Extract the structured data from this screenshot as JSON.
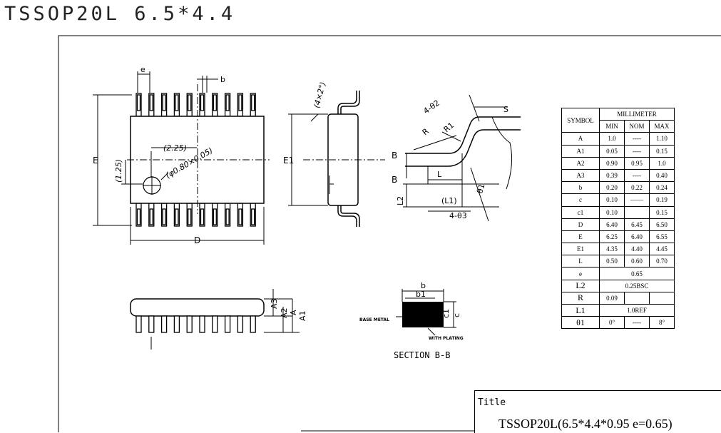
{
  "header": {
    "title": "TSSOP20L 6.5*4.4"
  },
  "dims": {
    "e": "e",
    "b": "b",
    "E": "E",
    "E1": "E1",
    "D": "D",
    "pitch_225": "(2.25)",
    "pitch_125": "(1.25)",
    "hole": "(φ0.80×0.05)",
    "angle_2": "(4×2°)",
    "s": "S",
    "R": "R",
    "R1": "R1",
    "B": "B",
    "L": "L",
    "L1": "(L1)",
    "L2": "L2",
    "theta2": "4-θ2",
    "theta3": "4-θ3",
    "theta1": "θ1",
    "A": "A",
    "A1": "A1",
    "A2": "A2",
    "A3": "A3",
    "b1": "b1",
    "c": "c",
    "c1": "c1",
    "base_metal": "BASE METAL",
    "with_plating": "WITH PLATING",
    "section": "SECTION B-B"
  },
  "table": {
    "symbol_header": "SYMBOL",
    "unit_header": "MILLIMETER",
    "col_min": "MIN",
    "col_nom": "NOM",
    "col_max": "MAX",
    "rows": [
      [
        "A",
        "1.0",
        "----",
        "1.10"
      ],
      [
        "A1",
        "0.05",
        "----",
        "0.15"
      ],
      [
        "A2",
        "0.90",
        "0.95",
        "1.0"
      ],
      [
        "A3",
        "0.39",
        "----",
        "0.40"
      ],
      [
        "b",
        "0.20",
        "0.22",
        "0.24"
      ],
      [
        "c",
        "0.10",
        "——",
        "0.19"
      ],
      [
        "c1",
        "0.10",
        "",
        "0.15"
      ],
      [
        "D",
        "6.40",
        "6.45",
        "6.50"
      ],
      [
        "E",
        "6.25",
        "6.40",
        "6.55"
      ],
      [
        "E1",
        "4.35",
        "4.40",
        "4.45"
      ],
      [
        "L",
        "0.50",
        "0.60",
        "0.70"
      ]
    ],
    "e_sym": "e",
    "e_val": "0.65",
    "l2_sym": "L2",
    "l2_val": "0.25BSC",
    "r_sym": "R",
    "r_min": "0.09",
    "l1_sym": "L1",
    "l1_val": "1.0REF",
    "t1_sym": "θ1",
    "t1_min": "0°",
    "t1_nom": "----",
    "t1_max": "8°"
  },
  "titleblock": {
    "label": "Title",
    "name": "TSSOP20L(6.5*4.4*0.95 e=0.65)"
  }
}
